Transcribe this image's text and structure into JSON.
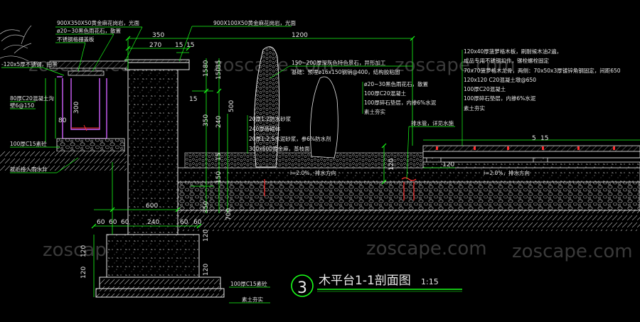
{
  "title": {
    "number": "3",
    "name": "木平台1-1剖面图",
    "scale": "1:15"
  },
  "watermark": "zoscape.com",
  "colors": {
    "background": "#000000",
    "lines": "#e8e8e8",
    "dimension": "#1aff1a",
    "leader": "#1aff1a",
    "section": "#d060ff",
    "drain": "#ff3030",
    "title_circle": "#1aff1a"
  },
  "dimensions": {
    "top_1200": "1200",
    "top_350": "350",
    "top_270": "270",
    "top_15a": "15",
    "top_15b": "15",
    "v_80": "80",
    "v_35": "35",
    "v_15": "15",
    "v_150": "150",
    "v_500": "500",
    "v_350": "350",
    "v_350b": "350",
    "v_15c": "15",
    "v_240": "240",
    "v_15d": "15",
    "v_150b": "150",
    "v_700": "700",
    "v_120": "120",
    "v_120b": "120",
    "v_120c": "120",
    "v_120d": "120",
    "v_120e": "120",
    "v_300": "300",
    "v_80b": "80",
    "h_600": "600",
    "h_60a": "60",
    "h_60b": "60",
    "h_60c": "60",
    "h_240": "240",
    "h_60d": "60",
    "h_60e": "60",
    "h_120r": "120",
    "h_5": "5",
    "h_15r": "15"
  },
  "annotations": {
    "a1": "900X350X50黄金麻花岗岩，光面",
    "a2": "ø20~30黑色雨花石，散置",
    "a3": "不锈钢格栅盖板",
    "a4": "-120x5厚不锈钢，扫黑",
    "a5": "80厚C20混凝土沟",
    "a6": "壁6@150",
    "a7": "100厚C15素砼",
    "a8": "就近接入雨水井",
    "a9": "900X100X50黄金麻花岗岩，光面",
    "a10": "150~200厚深灰色特色景石，异形加工",
    "a11": "基础：预埋ø16x150钢销@400，结构胶粘固",
    "a12": "ø20~30黑色雨花石，散置",
    "a13": "100厚C20混凝土",
    "a14": "100厚碎石垫层，内掺6%水泥",
    "a15": "素土夯实",
    "a16": "20厚1:2防水砂浆",
    "a17": "240厚砖砌体",
    "a18": "20厚1:2.5水泥砂浆，参6%防水剂",
    "a19": "300x600黄金麻，蒸枝面",
    "a20": "排水管，详见水施",
    "a21": "i=2.0%，排水方向",
    "a22": "i=2.0%，排水方向",
    "a23": "120x40厚菠萝格木板，刷耐候木油2遍，",
    "a24": "成品专用不锈钢扣件，镙栓螺栓固定",
    "a25": "70x70菠萝格木龙骨，两侧：70x50x3厚镀锌角钢固定，间距650",
    "a26": "120x120 C20混凝土墩@650",
    "a27": "100厚C20混凝土",
    "a28": "100厚碎石垫层，内掺6%水泥",
    "a29": "素土夯实",
    "a30": "100厚C15素砼",
    "a31": "素土夯实"
  }
}
